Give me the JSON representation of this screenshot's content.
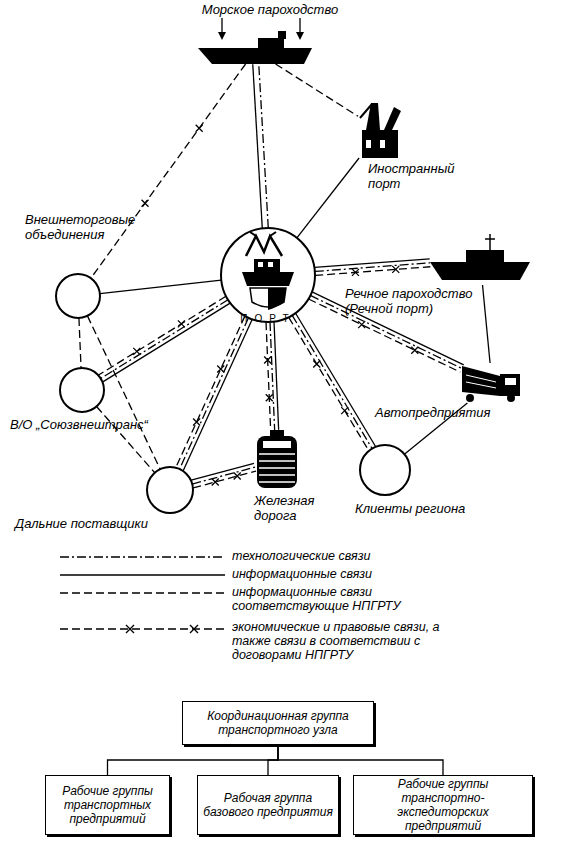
{
  "diagram": {
    "nodes": [
      {
        "text": [
          "Морское пароходство"
        ]
      },
      {
        "text": [
          "Иностранный порт"
        ]
      },
      {
        "text": [
          "Внешнеторговые объединения"
        ]
      },
      {
        "text": [
          "В/О „Союзвнештранс“"
        ]
      },
      {
        "text": [
          "Дальние поставщики"
        ]
      },
      {
        "text": [
          "Железная дорога"
        ]
      },
      {
        "text": [
          "Клиенты региона"
        ]
      },
      {
        "text": [
          "Автопредприятия"
        ]
      },
      {
        "text": [
          "Речное пароходство (Речной порт)"
        ]
      },
      {
        "text": [
          "ПОРТ"
        ]
      },
      {
        "text": [
          "Координационная группа транспортного узла"
        ]
      },
      {
        "text": [
          "Рабочие группы транспортных предприятий"
        ]
      },
      {
        "text": [
          "Рабочая группа базового предприятия"
        ]
      },
      {
        "text": [
          "Рабочие группы транспортно-экспедиторских предприятий"
        ]
      }
    ],
    "edges": [
      {
        "from": 9,
        "to": 0,
        "arrow": "none"
      },
      {
        "from": 0,
        "to": 1,
        "arrow": "none"
      },
      {
        "from": 9,
        "to": 1,
        "arrow": "none"
      },
      {
        "from": 0,
        "to": 2,
        "arrow": "none"
      },
      {
        "from": 9,
        "to": 2,
        "arrow": "none"
      },
      {
        "from": 9,
        "to": 3,
        "arrow": "none"
      },
      {
        "from": 9,
        "to": 4,
        "arrow": "none"
      },
      {
        "from": 9,
        "to": 5,
        "arrow": "none"
      },
      {
        "from": 9,
        "to": 6,
        "arrow": "none"
      },
      {
        "from": 9,
        "to": 7,
        "arrow": "none"
      },
      {
        "from": 9,
        "to": 8,
        "arrow": "none"
      },
      {
        "from": 2,
        "to": 3,
        "arrow": "none"
      },
      {
        "from": 2,
        "to": 4,
        "arrow": "none"
      },
      {
        "from": 3,
        "to": 4,
        "arrow": "none"
      },
      {
        "from": 4,
        "to": 5,
        "arrow": "none"
      },
      {
        "from": 6,
        "to": 7,
        "arrow": "none"
      },
      {
        "from": 7,
        "to": 8,
        "arrow": "none"
      },
      {
        "from": 10,
        "to": 11,
        "arrow": "none"
      },
      {
        "from": 10,
        "to": 12,
        "arrow": "none"
      },
      {
        "from": 10,
        "to": 13,
        "arrow": "none"
      }
    ],
    "legend": [
      {
        "text": "технологические связи"
      },
      {
        "text": "информационные связи"
      },
      {
        "text": "информационные связи соответствующие НПГРТУ"
      },
      {
        "text": "экономические и правовые связи, а также связи в соответствии с договорами НПГРТУ"
      }
    ]
  }
}
